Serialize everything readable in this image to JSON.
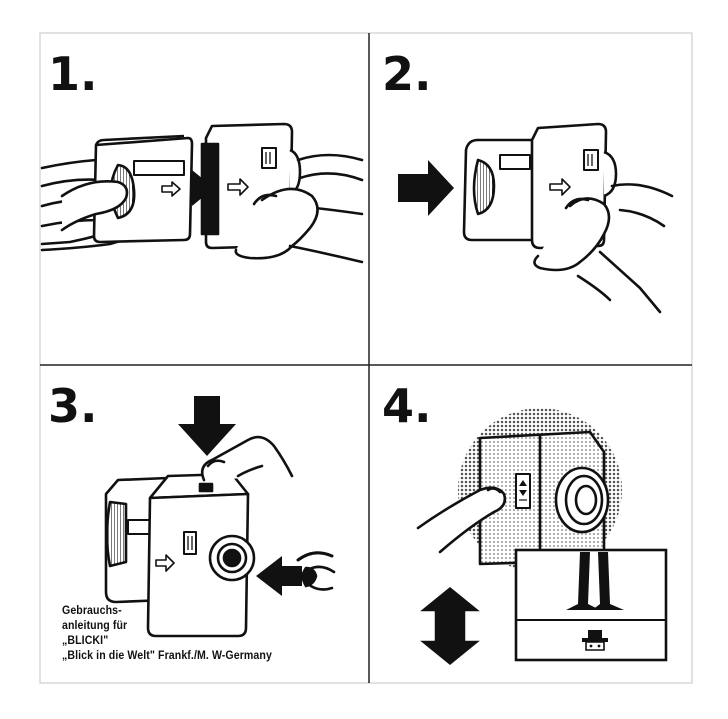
{
  "panels": [
    {
      "number": "1."
    },
    {
      "number": "2."
    },
    {
      "number": "3."
    },
    {
      "number": "4."
    }
  ],
  "caption": {
    "line1": "Gebrauchs-",
    "line2": "anleitung für",
    "line3": "„BLICKI\"",
    "line4": "„Blick in die Welt\" Frankf./M. W-Germany"
  },
  "colors": {
    "ink": "#111111",
    "paper": "#ffffff",
    "grid": "#d7d7d7"
  }
}
